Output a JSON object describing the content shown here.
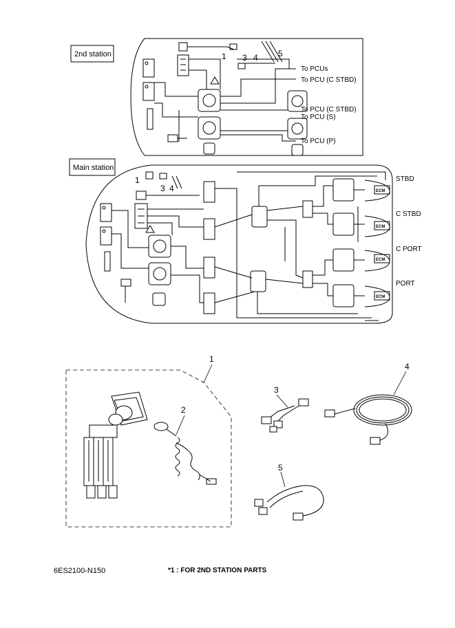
{
  "diagram": {
    "second_station_label": "2nd station",
    "main_station_label": "Main station",
    "to_pcus": "To PCUs",
    "to_pcu_c_stbd_1": "To PCU (C STBD)",
    "to_pcu_c_stbd_2": "To PCU (C STBD)",
    "to_pcu_s": "To PCU (S)",
    "to_pcu_p": "To PCU (P)",
    "stbd": "STBD",
    "c_stbd": "C STBD",
    "c_port": "C PORT",
    "port": "PORT",
    "ecm": "ECM",
    "callouts": {
      "c1": "1",
      "c2": "2",
      "c3": "3",
      "c4": "4",
      "c5": "5"
    }
  },
  "footer": {
    "code": "6ES2100-N150",
    "note": "*1 : FOR 2ND STATION PARTS"
  }
}
